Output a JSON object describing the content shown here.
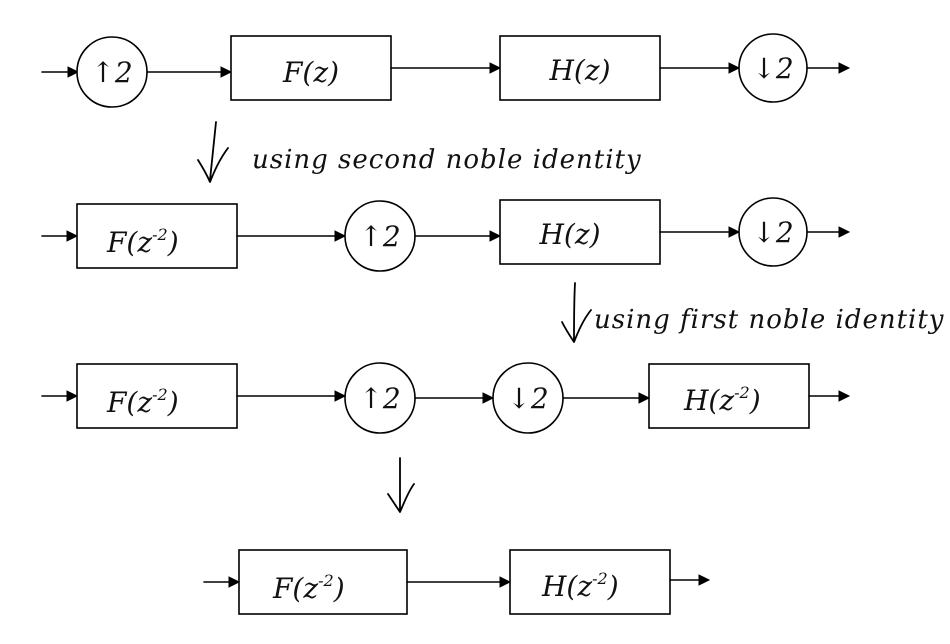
{
  "stage1": {
    "up": "↑2",
    "f_box": "F(z)",
    "h_box": "H(z)",
    "down": "↓2"
  },
  "step1_note": "using second noble identity",
  "stage2": {
    "f_box_main": "F(z",
    "f_box_sup": "-2",
    "f_box_close": ")",
    "up": "↑2",
    "h_box": "H(z)",
    "down": "↓2"
  },
  "step2_note": "using first noble identity",
  "stage3": {
    "f_box_main": "F(z",
    "f_box_sup": "-2",
    "f_box_close": ")",
    "up": "↑2",
    "down": "↓2",
    "h_box_main": "H(z",
    "h_box_sup": "-2",
    "h_box_close": ")"
  },
  "stage4": {
    "f_box_main": "F(z",
    "f_box_sup": "-2",
    "f_box_close": ")",
    "h_box_main": "H(z",
    "h_box_sup": "-2",
    "h_box_close": ")"
  }
}
